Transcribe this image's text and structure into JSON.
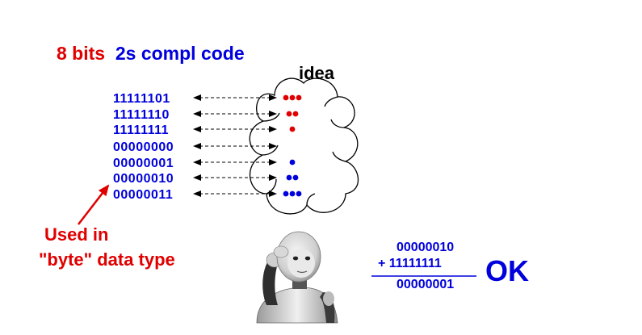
{
  "title": {
    "part1": "8 bits",
    "part2": "2s compl code",
    "part1_color": "#e00000",
    "part2_color": "#0000dd"
  },
  "idea_label": "idea",
  "codes": [
    {
      "bits": "11111101",
      "dots": 3,
      "dot_color": "#e00000"
    },
    {
      "bits": "11111110",
      "dots": 2,
      "dot_color": "#e00000"
    },
    {
      "bits": "11111111",
      "dots": 1,
      "dot_color": "#e00000"
    },
    {
      "bits": "00000000",
      "dots": 0,
      "dot_color": "#0000dd"
    },
    {
      "bits": "00000001",
      "dots": 1,
      "dot_color": "#0000dd"
    },
    {
      "bits": "00000010",
      "dots": 2,
      "dot_color": "#0000dd"
    },
    {
      "bits": "00000011",
      "dots": 3,
      "dot_color": "#0000dd"
    }
  ],
  "note": {
    "line1": "Used in",
    "line2": "\"byte\" data type",
    "color": "#e00000"
  },
  "addition": {
    "operand1": "00000010",
    "operand2": "+ 11111111",
    "result": "00000001",
    "verdict": "OK"
  },
  "figure_icon": "thinking-robot-icon"
}
